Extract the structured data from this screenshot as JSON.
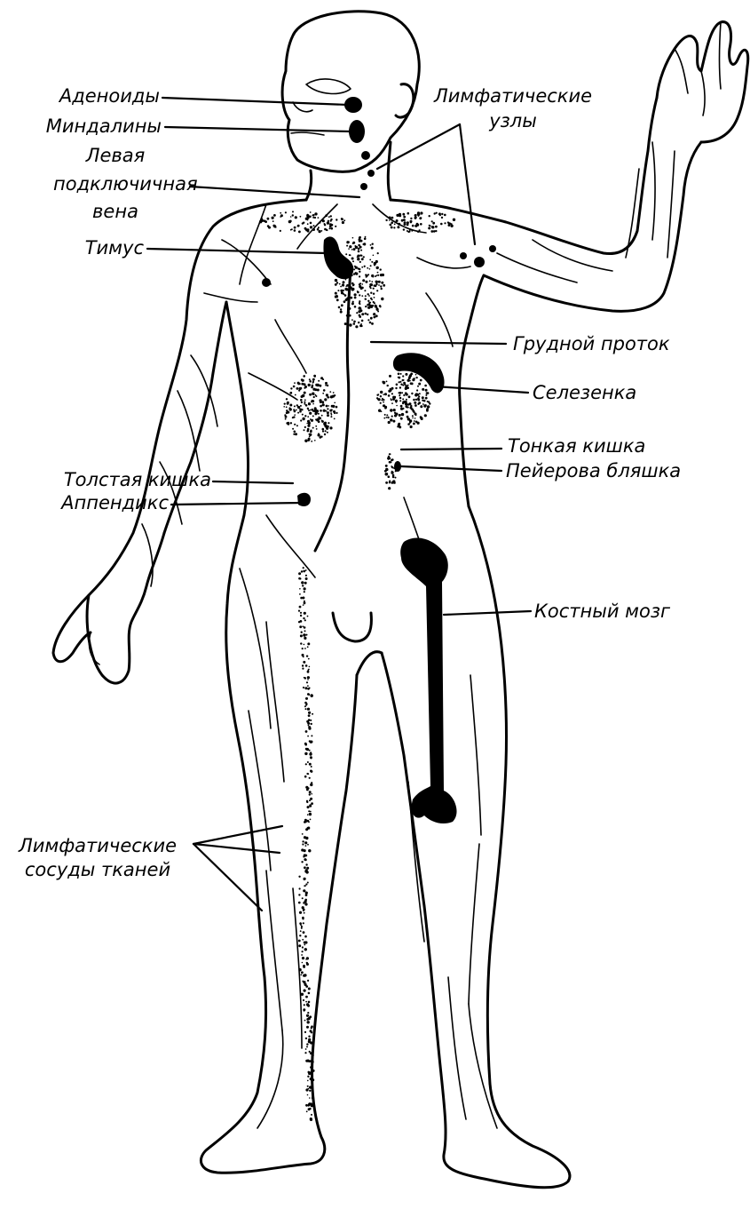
{
  "labels": {
    "adenoids": "Аденоиды",
    "tonsils": "Миндалины",
    "left_subclavian_vein": [
      "Левая",
      "подключичная",
      "вена"
    ],
    "lymph_nodes": [
      "Лимфатические",
      "узлы"
    ],
    "thymus": "Тимус",
    "thoracic_duct": "Грудной проток",
    "spleen": "Селезенка",
    "small_intestine": "Тонкая кишка",
    "peyers_patch": "Пейерова бляшка",
    "large_intestine": "Толстая кишка",
    "appendix": "Аппендикс",
    "bone_marrow": "Костный мозг",
    "tissue_lymph_vessels": [
      "Лимфатические",
      "сосуды тканей"
    ]
  },
  "colors": {
    "ink": "#000000",
    "paper": "#ffffff"
  }
}
